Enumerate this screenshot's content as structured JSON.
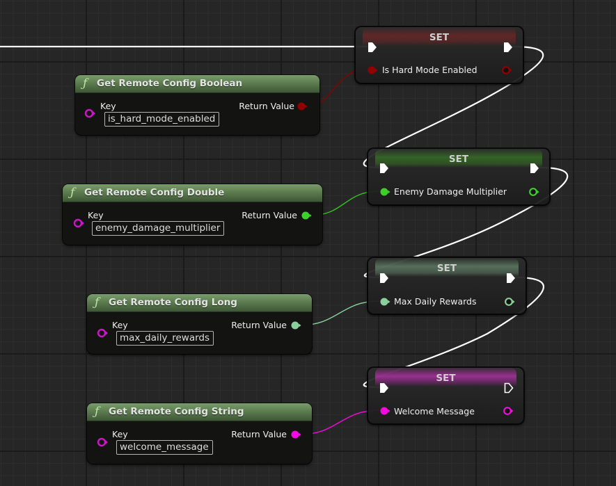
{
  "colors": {
    "background": "#262626",
    "grid_minor": "#2d2d2d",
    "grid_major": "#1a1a1a",
    "exec": "#ffffff",
    "boolean": "#930000",
    "float": "#3dd02a",
    "integer64": "#8ad09a",
    "string": "#f20ae0",
    "name_pin": "#cc15c8"
  },
  "set_nodes": [
    {
      "title": "SET",
      "variable": "Is Hard Mode Enabled",
      "type": "boolean",
      "accent": "#8e2525",
      "exec_out_connected": true
    },
    {
      "title": "SET",
      "variable": "Enemy Damage Multiplier",
      "type": "float",
      "accent": "#3b8a23",
      "exec_out_connected": true
    },
    {
      "title": "SET",
      "variable": "Max Daily Rewards",
      "type": "integer64",
      "accent": "#7aa883",
      "exec_out_connected": true
    },
    {
      "title": "SET",
      "variable": "Welcome Message",
      "type": "string",
      "accent": "#a2309a",
      "exec_out_connected": false
    }
  ],
  "function_nodes": [
    {
      "icon": "function-icon",
      "fn_glyph": "ƒ",
      "title": "Get Remote Config Boolean",
      "key_label": "Key",
      "key_value": "is_hard_mode_enabled",
      "return_label": "Return Value",
      "return_type": "boolean"
    },
    {
      "icon": "function-icon",
      "fn_glyph": "ƒ",
      "title": "Get Remote Config Double",
      "key_label": "Key",
      "key_value": "enemy_damage_multiplier",
      "return_label": "Return Value",
      "return_type": "float"
    },
    {
      "icon": "function-icon",
      "fn_glyph": "ƒ",
      "title": "Get Remote Config Long",
      "key_label": "Key",
      "key_value": "max_daily_rewards",
      "return_label": "Return Value",
      "return_type": "integer64"
    },
    {
      "icon": "function-icon",
      "fn_glyph": "ƒ",
      "title": "Get Remote Config String",
      "key_label": "Key",
      "key_value": "welcome_message",
      "return_label": "Return Value",
      "return_type": "string"
    }
  ]
}
